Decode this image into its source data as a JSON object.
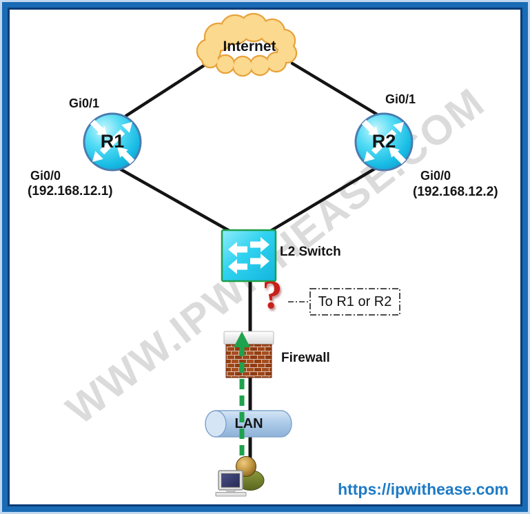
{
  "site": {
    "watermark": "WWW.IPWITHEASE.COM",
    "url_label": "https://ipwithease.com"
  },
  "nodes": {
    "internet": {
      "label": "Internet"
    },
    "r1": {
      "label": "R1",
      "wan_if": "Gi0/1",
      "lan_if": "Gi0/0",
      "lan_ip": "(192.168.12.1)"
    },
    "r2": {
      "label": "R2",
      "wan_if": "Gi0/1",
      "lan_if": "Gi0/0",
      "lan_ip": "(192.168.12.2)"
    },
    "switch": {
      "label": "L2 Switch"
    },
    "firewall": {
      "label": "Firewall"
    },
    "lan": {
      "label": "LAN"
    },
    "question": {
      "mark": "?",
      "callout": "To R1 or R2"
    }
  },
  "colors": {
    "frame_blue": "#1a6bb5",
    "router_cyan": "#2fd0ef",
    "switch_border_green": "#1f9e4c",
    "cloud_fill": "#fbd98f",
    "cloud_border": "#e8a23b",
    "arrow_green": "#1fa24d",
    "question_red": "#c8201a",
    "url_blue": "#1e7ac6",
    "link_black": "#141414"
  }
}
